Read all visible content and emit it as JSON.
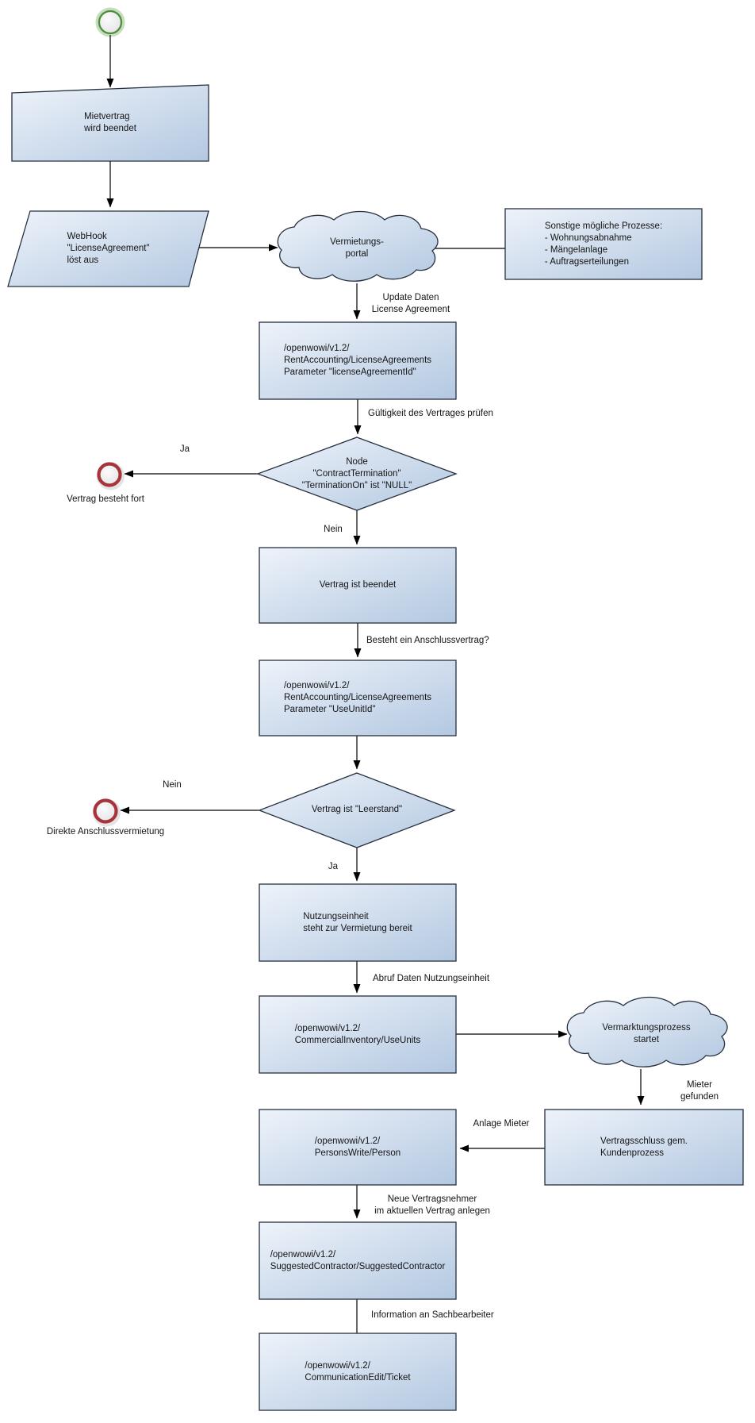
{
  "colors": {
    "node_fill_light": "#eef3fa",
    "node_fill_dark": "#b3c8e1",
    "node_stroke": "#26303e",
    "connector": "#000000",
    "start_ring_green": "#4e8f3c",
    "end_ring_red": "#a6343a",
    "circle_fill": "#ebebee"
  },
  "nodes": {
    "mietvertrag": {
      "label": "Mietvertrag\nwird beendet"
    },
    "webhook": {
      "label": "WebHook\n\"LicenseAgreement\"\nlöst aus"
    },
    "portal_cloud": {
      "label": "Vermietungs-\nportal"
    },
    "note": {
      "label": "Sonstige mögliche Prozesse:\n- Wohnungsabnahme\n- Mängelanlage\n- Auftragserteilungen"
    },
    "api_license": {
      "label": "/openwowi/v1.2/\nRentAccounting/LicenseAgreements\nParameter \"licenseAgreementId\""
    },
    "decision_termination": {
      "label": "Node\n\"ContractTermination\"\n\"TerminationOn\" ist \"NULL\""
    },
    "end_besteht_fort": {
      "label": "Vertrag besteht fort"
    },
    "vertrag_beendet": {
      "label": "Vertrag ist beendet"
    },
    "api_useunitid": {
      "label": "/openwowi/v1.2/\nRentAccounting/LicenseAgreements\nParameter \"UseUnitId\""
    },
    "decision_leerstand": {
      "label": "Vertrag ist \"Leerstand\""
    },
    "end_direkte": {
      "label": "Direkte Anschlussvermietung"
    },
    "nutzungseinheit": {
      "label": "Nutzungseinheit\nsteht zur Vermietung bereit"
    },
    "api_useunits": {
      "label": "/openwowi/v1.2/\nCommercialInventory/UseUnits"
    },
    "vermarktung_cloud": {
      "label": "Vermarktungsprozess\nstartet"
    },
    "vertragsschluss": {
      "label": "Vertragsschluss gem.\nKundenprozess"
    },
    "api_person": {
      "label": "/openwowi/v1.2/\nPersonsWrite/Person"
    },
    "api_suggested": {
      "label": "/openwowi/v1.2/\nSuggestedContractor/SuggestedContractor"
    },
    "api_ticket": {
      "label": "/openwowi/v1.2/\nCommunicationEdit/Ticket"
    }
  },
  "edge_labels": {
    "update_daten": "Update Daten\nLicense Agreement",
    "gueltigkeit": "Gültigkeit des Vertrages prüfen",
    "ja1": "Ja",
    "nein1": "Nein",
    "anschlussvertrag": "Besteht ein Anschlussvertrag?",
    "nein2": "Nein",
    "ja2": "Ja",
    "abruf": "Abruf Daten Nutzungseinheit",
    "mieter_gefunden": "Mieter gefunden",
    "anlage_mieter": "Anlage Mieter",
    "neue_vertragsnehmer": "Neue Vertragsnehmer\nim aktuellen Vertrag anlegen",
    "information": "Information an Sachbearbeiter"
  }
}
